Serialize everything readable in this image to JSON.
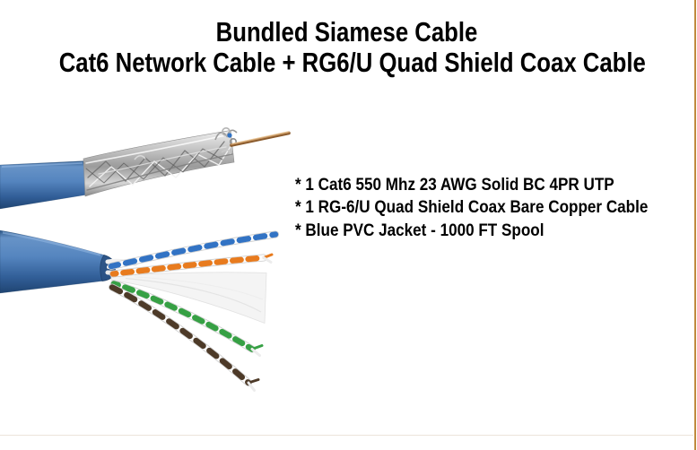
{
  "title": {
    "line1": "Bundled Siamese Cable",
    "line2": "Cat6 Network Cable + RG6/U Quad Shield Coax Cable"
  },
  "features": {
    "items": [
      "* 1 Cat6 550 Mhz 23 AWG Solid BC 4PR UTP",
      "* 1 RG-6/U Quad Shield Coax Bare Copper Cable",
      "* Blue PVC Jacket - 1000 FT Spool"
    ]
  },
  "colors": {
    "text": "#000000",
    "page_border_tan": "#bf8a3e",
    "cable_jacket_blue": "#3a6cad",
    "jacket_highlight": "#8fb4e0",
    "coax_braid_silver": "#b7b7b7",
    "coax_conductor_copper": "#8a5a2c",
    "coax_conductor_copper_light": "#c59562",
    "pair_blue": "#3273c4",
    "pair_orange": "#e87b1e",
    "pair_green": "#36a044",
    "pair_brown": "#4d3a28",
    "spline_white": "#f4f4f4"
  }
}
